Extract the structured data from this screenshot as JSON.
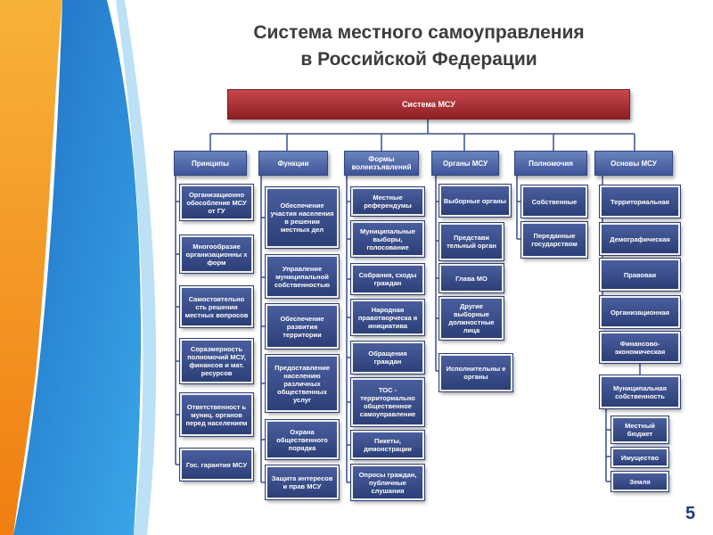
{
  "title_line1": "Система местного самоуправления",
  "title_line2": "в Российской Федерации",
  "root": "Система МСУ",
  "columns": [
    {
      "heading": "Принципы",
      "items": [
        "Организационно обособление МСУ от ГУ",
        "Многообразие организационны х форм",
        "Самостоятельно сть решения местных вопросов",
        "Соразмерность полномочий МСУ, финансов и мат. ресурсов",
        "Ответственност ь муниц. органов перед населением",
        "Гос. гарантия МСУ"
      ]
    },
    {
      "heading": "Функции",
      "items": [
        "Обеспечение участия населения в решении местных дел",
        "Управление муниципальной собственностью",
        "Обеспечение развития территории",
        "Предоставление населению различных общественных услуг",
        "Охрана общественного порядка",
        "Защита интересов и прав МСУ"
      ]
    },
    {
      "heading": "Формы волеизъявлений",
      "items": [
        "Местные референдумы",
        "Муниципальные выборы, голосование",
        "Собрания, сходы граждан",
        "Народная правотворческа я инициатива",
        "Обращения граждан",
        "ТОС - территориально общественное самоуправление",
        "Пикеты, демонстрации",
        "Опросы граждан, публичные слушания"
      ]
    },
    {
      "heading": "Органы МСУ",
      "items": [
        "Выборные органы",
        "Представи тельный орган",
        "Глава МО",
        "Другие выборные должностные лица",
        "Исполнительны е органы"
      ]
    },
    {
      "heading": "Полномочия",
      "items": [
        "Собственные",
        "Переданные государством"
      ]
    },
    {
      "heading": "Основы МСУ",
      "items": [
        "Территориальная",
        "Демографическая",
        "Правовая",
        "Организационная",
        "Финансово-экономическая",
        "Муниципальная собственность"
      ],
      "subitems": [
        "Местный бюджет",
        "Имущество",
        "Земля"
      ]
    }
  ],
  "page_number": "5",
  "colors": {
    "root": "#a0282e",
    "heading": "#4a62a6",
    "box": "#33467f",
    "connector": "#3a4e8c",
    "accent_orange": "#f39a1c",
    "accent_blue": "#2a8fd6"
  }
}
